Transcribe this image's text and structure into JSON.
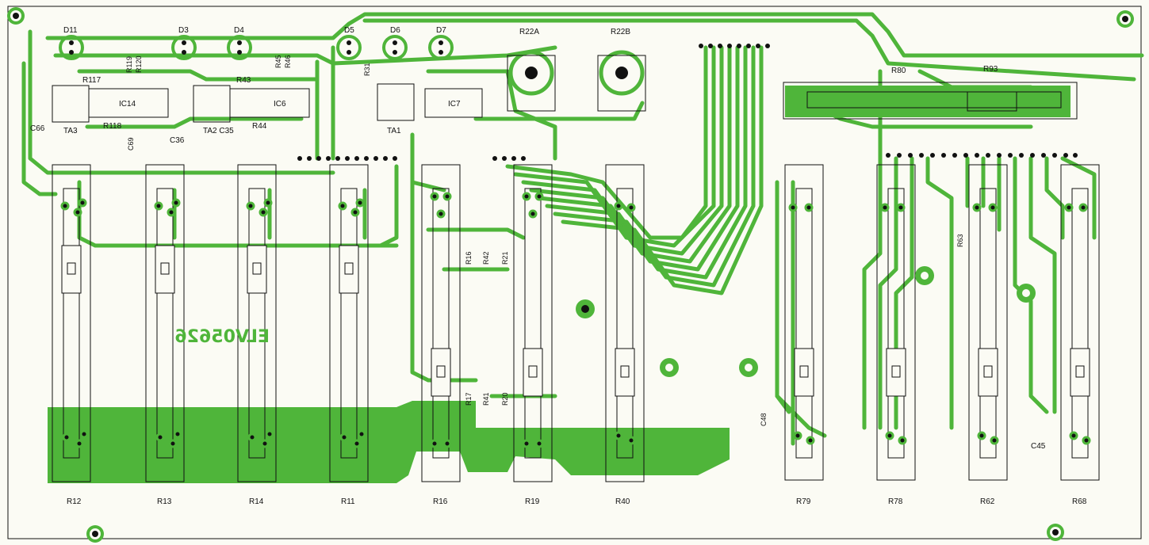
{
  "colors": {
    "copper": "#4fb53a",
    "silk": "#111111",
    "board": "#fbfbf4"
  },
  "watermark": "ELV05626",
  "labels": {
    "D11": "D11",
    "D3": "D3",
    "D4": "D4",
    "D5": "D5",
    "D6": "D6",
    "D7": "D7",
    "R22A": "R22A",
    "R22B": "R22B",
    "R119": "R119",
    "R120": "R120",
    "R45": "R45",
    "R46": "R46",
    "R31": "R31",
    "R117": "R117",
    "R118": "R118",
    "R43": "R43",
    "R44": "R44",
    "IC14": "IC14",
    "IC6": "IC6",
    "IC7": "IC7",
    "C66": "C66",
    "TA3": "TA3",
    "C69": "C69",
    "C36": "C36",
    "TA2C35": "TA2 C35",
    "TA1": "TA1",
    "R80": "R80",
    "R93": "R93",
    "R16v": "R16",
    "R42v": "R42",
    "R21v": "R21",
    "R17v": "R17",
    "R41v": "R41",
    "R20v": "R20",
    "R63v": "R63",
    "C48": "C48",
    "C45": "C45"
  },
  "faders_left": [
    {
      "ref": "R12"
    },
    {
      "ref": "R13"
    },
    {
      "ref": "R14"
    },
    {
      "ref": "R11"
    },
    {
      "ref": "R16"
    },
    {
      "ref": "R19"
    },
    {
      "ref": "R40"
    }
  ],
  "faders_right": [
    {
      "ref": "R79"
    },
    {
      "ref": "R78"
    },
    {
      "ref": "R62"
    },
    {
      "ref": "R68"
    }
  ]
}
